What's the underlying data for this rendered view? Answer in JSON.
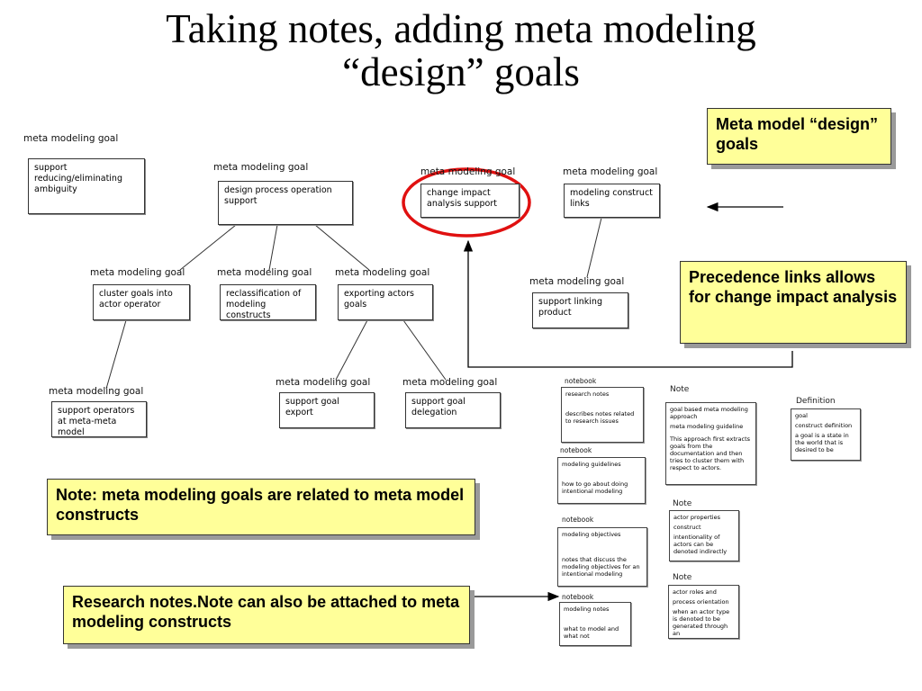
{
  "slide": {
    "title_line1": "Taking notes, adding meta modeling",
    "title_line2": "“design” goals"
  },
  "goals": [
    {
      "label": "meta modeling goal",
      "text": "support reducing/eliminating ambiguity"
    },
    {
      "label": "meta modeling goal",
      "text": "design process operation support"
    },
    {
      "label": "meta modeling goal",
      "text": "change impact analysis support"
    },
    {
      "label": "meta modeling goal",
      "text": "modeling construct links"
    },
    {
      "label": "meta modeling goal",
      "text": "cluster goals into actor operator"
    },
    {
      "label": "meta modeling goal",
      "text": "reclassification of modeling constructs"
    },
    {
      "label": "meta modeling goal",
      "text": "exporting actors goals"
    },
    {
      "label": "meta modeling goal",
      "text": "support linking product"
    },
    {
      "label": "meta modeling goal",
      "text": "support operators at meta-meta model"
    },
    {
      "label": "meta modeling goal",
      "text": "support goal export"
    },
    {
      "label": "meta modeling goal",
      "text": "support goal delegation"
    }
  ],
  "notebooks": [
    {
      "label": "notebook",
      "title": "research notes",
      "body": "describes notes related to research issues"
    },
    {
      "label": "notebook",
      "title": "modeling guidelines",
      "body": "how to go about doing intentional modeling"
    },
    {
      "label": "notebook",
      "title": "modeling objectives",
      "body": "notes that discuss the modeling objectives for an intentional modeling"
    },
    {
      "label": "notebook",
      "title": "modeling notes",
      "body": "what to model and what not"
    }
  ],
  "notes": [
    {
      "label": "Note",
      "title": "goal based meta modeling approach",
      "subtitle": "meta modeling guideline",
      "body": "This approach first extracts goals from the documentation and then tries to cluster them with respect to actors."
    },
    {
      "label": "Note",
      "title": "actor properties",
      "subtitle": "construct",
      "body": "intentionality of actors can be denoted indirectly"
    },
    {
      "label": "Note",
      "title": "actor roles and",
      "subtitle": "process orientation",
      "body": "when an actor type is denoted to be generated through an"
    }
  ],
  "definition": {
    "label": "Definition",
    "title": "goal",
    "subtitle": "construct definition",
    "body": "a goal is a state in the world that is desired to be"
  },
  "callouts": {
    "meta_model": "Meta model “design” goals",
    "precedence": "Precedence links allows for change impact analysis",
    "note_goals": "Note: meta modeling goals are related to meta model constructs",
    "research_notes": "Research notes.Note can also be attached to meta modeling constructs"
  },
  "colors": {
    "callout_fill": "#ffff99",
    "callout_shadow": "#9a9a9a",
    "highlight_ring": "#e01010"
  }
}
